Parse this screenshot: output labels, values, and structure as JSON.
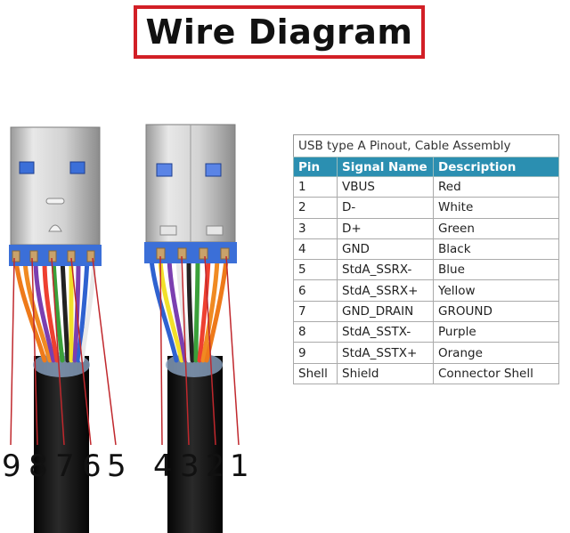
{
  "title": "Wire Diagram",
  "pin_labels_left": [
    "9",
    "8",
    "7",
    "6",
    "5"
  ],
  "pin_labels_right": [
    "4",
    "3",
    "2",
    "1"
  ],
  "table": {
    "caption": "USB type A Pinout, Cable Assembly",
    "headers": [
      "Pin",
      "Signal Name",
      "Description"
    ],
    "rows": [
      [
        "1",
        "VBUS",
        "Red"
      ],
      [
        "2",
        "D-",
        "White"
      ],
      [
        "3",
        "D+",
        "Green"
      ],
      [
        "4",
        "GND",
        "Black"
      ],
      [
        "5",
        "StdA_SSRX-",
        "Blue"
      ],
      [
        "6",
        "StdA_SSRX+",
        "Yellow"
      ],
      [
        "7",
        "GND_DRAIN",
        "GROUND"
      ],
      [
        "8",
        "StdA_SSTX-",
        "Purple"
      ],
      [
        "9",
        "StdA_SSTX+",
        "Orange"
      ],
      [
        "Shell",
        "Shield",
        "Connector Shell"
      ]
    ]
  },
  "colors": {
    "title_border": "#d21f26",
    "header_bg": "#2b8fb1",
    "leader_lines": "#c0282d",
    "contact_blue": "#3b6fd8"
  }
}
